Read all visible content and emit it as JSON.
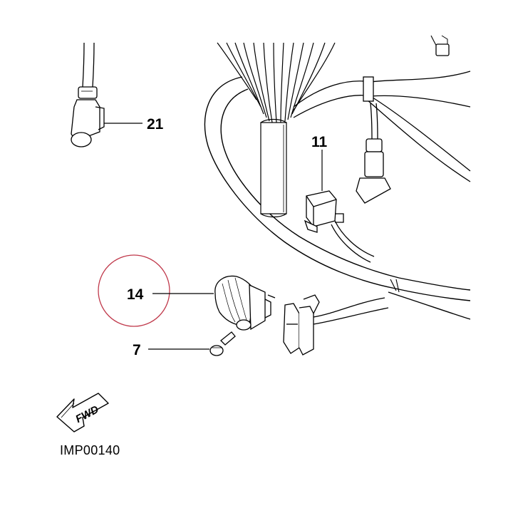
{
  "callouts": {
    "part_21": "21",
    "part_11": "11",
    "part_14": "14",
    "part_7": "7"
  },
  "direction_arrow": {
    "label": "FWD",
    "icon": "fwd-arrow-icon"
  },
  "figure_id": "IMP00140",
  "highlight_color": "#c0394b",
  "line_color": "#000000"
}
